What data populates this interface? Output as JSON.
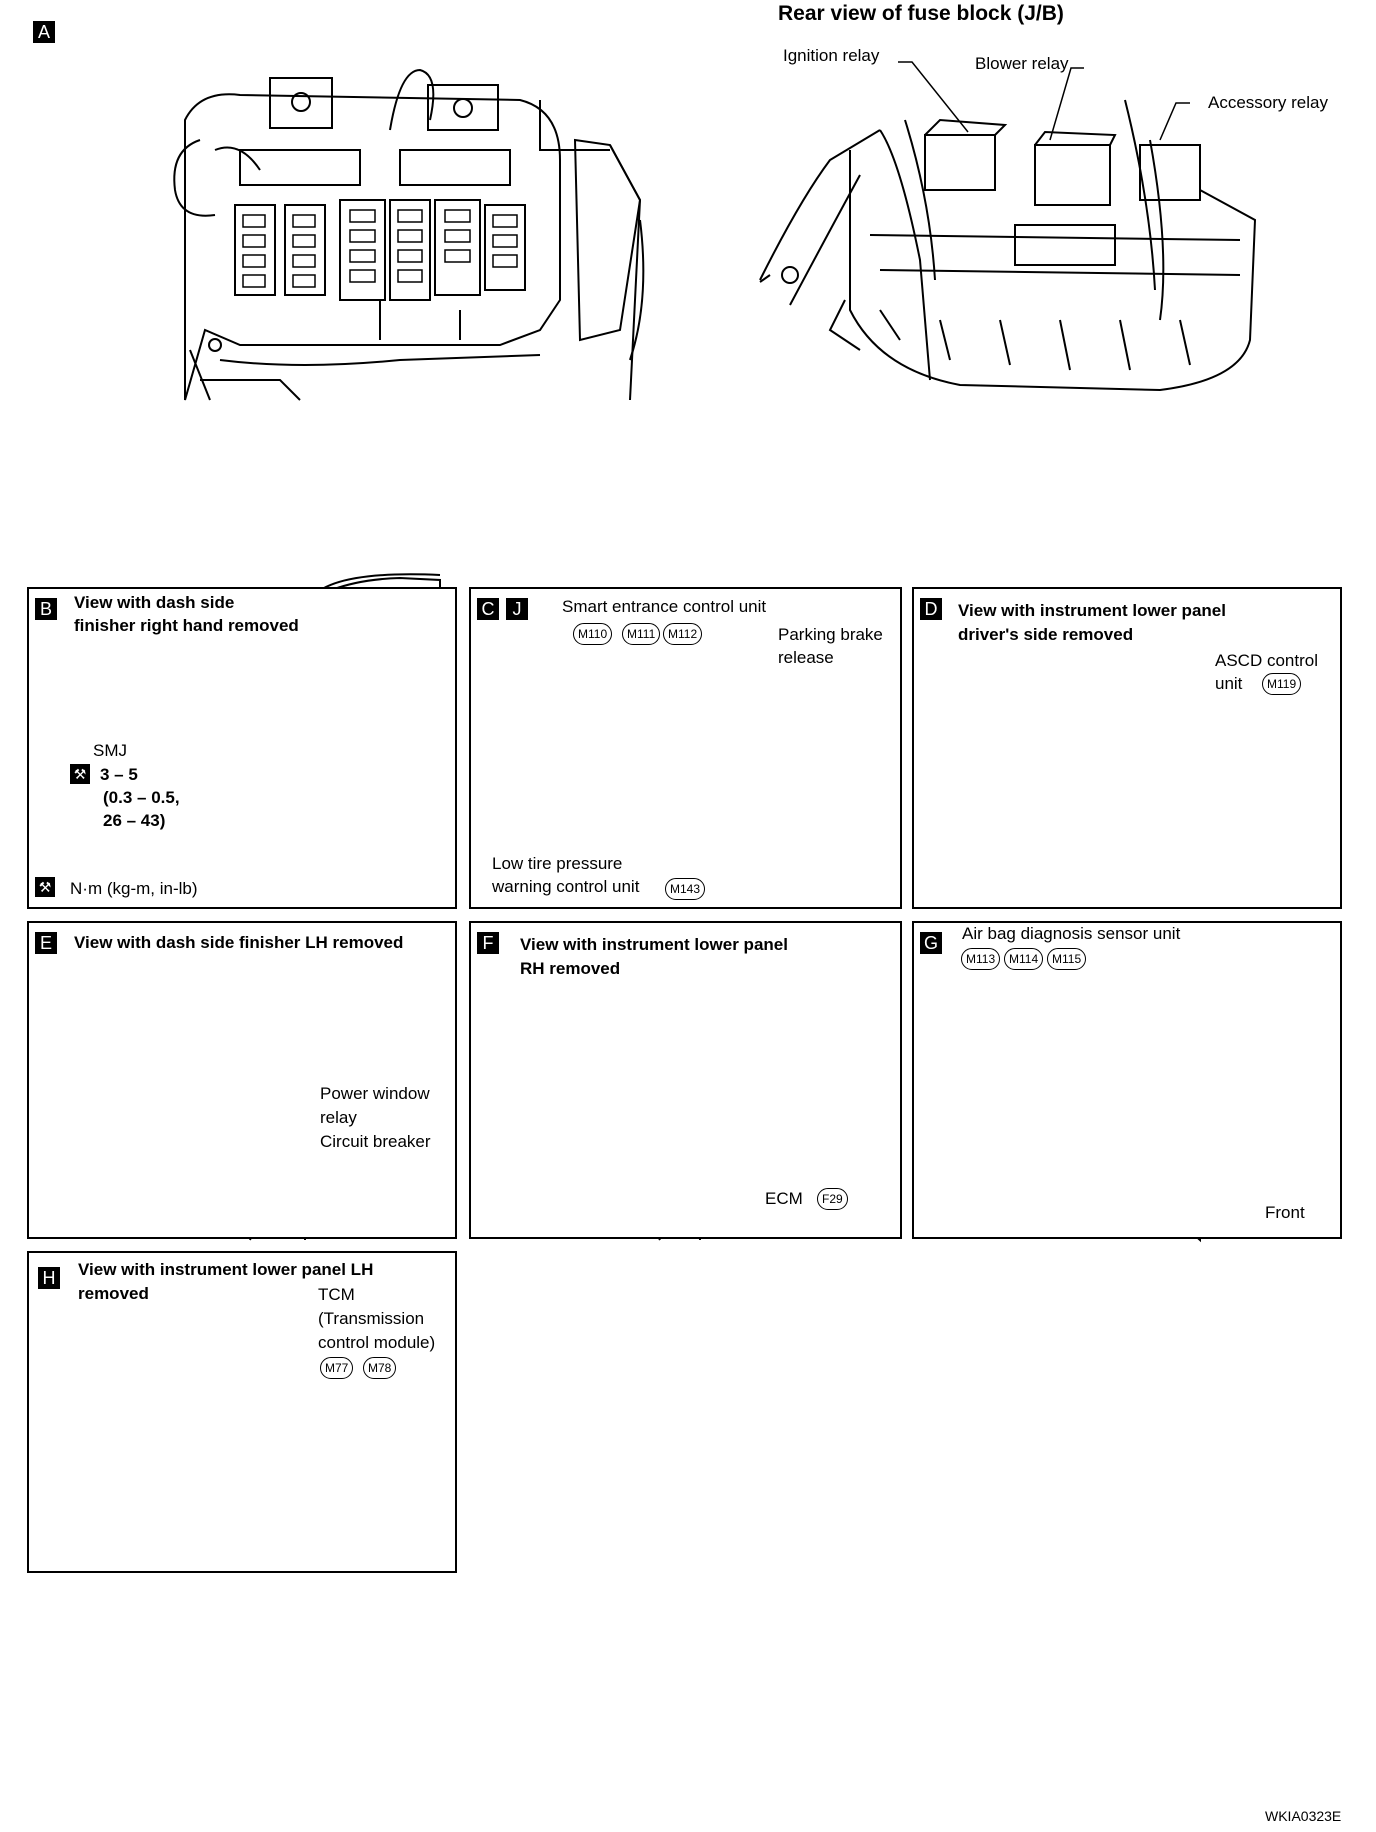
{
  "panel_a": {
    "letter": "A",
    "title": "Rear view of fuse block (J/B)",
    "ignition_relay": "Ignition relay",
    "blower_relay": "Blower relay",
    "accessory_relay": "Accessory relay"
  },
  "panel_b": {
    "letter": "B",
    "title_line1": "View with dash side",
    "title_line2": "finisher right hand removed",
    "smj": "SMJ",
    "torque_line1": "3 – 5",
    "torque_line2": "(0.3 – 0.5,",
    "torque_line3": "26 – 43)",
    "units": "N·m (kg-m, in-lb)"
  },
  "panel_cj": {
    "letter_c": "C",
    "letter_j": "J",
    "smart_entrance": "Smart entrance control unit",
    "connectors": [
      "M110",
      "M111",
      "M112"
    ],
    "parking_brake_line1": "Parking brake",
    "parking_brake_line2": "release",
    "low_tire_line1": "Low tire pressure",
    "low_tire_line2": "warning control unit",
    "low_tire_connector": "M143"
  },
  "panel_d": {
    "letter": "D",
    "title_line1": "View with instrument lower panel",
    "title_line2": "driver's side removed",
    "ascd_line1": "ASCD control",
    "ascd_line2": "unit",
    "ascd_connector": "M119"
  },
  "panel_e": {
    "letter": "E",
    "title": "View with dash side finisher LH removed",
    "label_line1": "Power window",
    "label_line2": "relay",
    "label_line3": "Circuit breaker"
  },
  "panel_f": {
    "letter": "F",
    "title_line1": "View with instrument lower panel",
    "title_line2": "RH removed",
    "ecm": "ECM",
    "ecm_connector": "F29"
  },
  "panel_g": {
    "letter": "G",
    "title": "Air bag diagnosis sensor unit",
    "connectors": [
      "M113",
      "M114",
      "M115"
    ],
    "front": "Front"
  },
  "panel_h": {
    "letter": "H",
    "title_line1": "View with instrument lower panel LH",
    "title_line2": "removed",
    "tcm_line1": "TCM",
    "tcm_line2": "(Transmission",
    "tcm_line3": "control module)",
    "connectors": [
      "M77",
      "M78"
    ]
  },
  "figure_code": "WKIA0323E"
}
